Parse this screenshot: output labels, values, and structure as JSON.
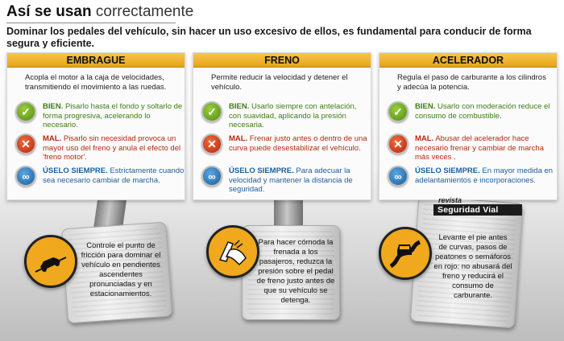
{
  "header": {
    "title_bold": "Así se usan",
    "title_light": "correctamente",
    "intro": "Dominar los pedales del vehículo, sin hacer un uso excesivo de ellos, es fundamental para conducir de forma segura y eficiente."
  },
  "panels": [
    {
      "title": "EMBRAGUE",
      "description": "Acopla el motor a la caja de velocidades, transmitiendo el movimiento a las ruedas.",
      "good_label": "BIEN.",
      "good_text": "Pisarlo hasta el fondo y soltarlo de forma progresiva, acelerando lo necesario.",
      "bad_label": "MAL.",
      "bad_text": "Pisarlo sin necesidad provoca un mayor uso del freno y anula el efecto del 'freno motor'.",
      "use_label": "ÚSELO SIEMPRE.",
      "use_text": "Estrictamente cuando sea necesario cambiar de marcha."
    },
    {
      "title": "FRENO",
      "description": "Permite reducir la velocidad y detener el vehículo.",
      "good_label": "BIEN.",
      "good_text": "Usarlo siempre con antelación, con suavidad, aplicando la presión necesaria.",
      "bad_label": "MAL.",
      "bad_text": "Frenar justo antes o dentro de una curva puede desestabilizar el vehículo.",
      "use_label": "ÚSELO SIEMPRE.",
      "use_text": "Para adecuar la velocidad y mantener la distancia de seguridad."
    },
    {
      "title": "ACELERADOR",
      "description": "Regula el paso de carburante a los cilindros y adecúa la potencia.",
      "good_label": "BIEN.",
      "good_text": "Usarlo con moderación reduce el consumo de combustible.",
      "bad_label": "MAL.",
      "bad_text": "Abusar del acelerador hace necesario frenar y cambiar de marcha más veces .",
      "use_label": "ÚSELO SIEMPRE.",
      "use_text": "En mayor medida en adelantamientos e incorporaciones."
    }
  ],
  "tips": [
    "Controle el punto de fricción para dominar el vehículo en pendientes ascendentes pronunciadas y en estacionamientos.",
    "Para hacer cómoda la frenada a los pasajeros, reduzca la presión sobre el pedal de freno justo antes de que su vehículo se detenga.",
    "Levante el pie antes de curvas, pasos de peatones o semáforos en rojo: no abusará del freno y reducirá el consumo de carburante."
  ],
  "icons": {
    "good": "check-icon",
    "bad": "cross-icon",
    "use": "infinity-icon",
    "tip1": "car-on-slope-icon",
    "tip2": "foot-on-pedal-icon",
    "tip3": "car-on-curve-icon"
  },
  "logo": {
    "line1": "revista",
    "line2": "Seguridad Vial"
  },
  "colors": {
    "accent": "#f0a81c",
    "good": "#3f7c14",
    "bad": "#b7280c",
    "use": "#1c5d9e"
  }
}
